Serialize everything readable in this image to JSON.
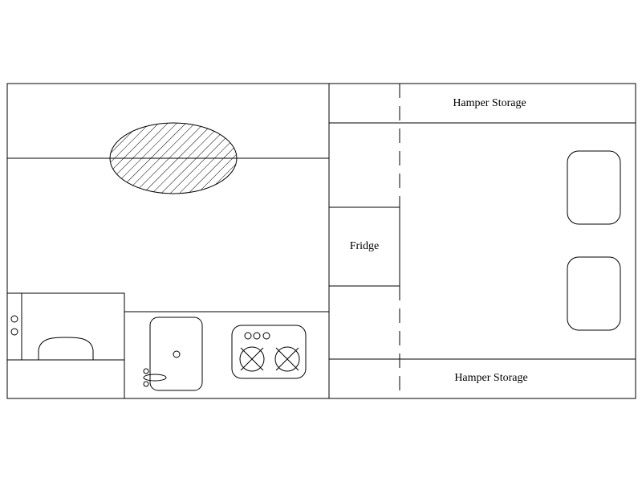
{
  "labels": {
    "hamper_top": "Hamper Storage",
    "fridge": "Fridge",
    "hamper_bottom": "Hamper Storage"
  },
  "colors": {
    "line": "#000000",
    "background": "#ffffff"
  }
}
